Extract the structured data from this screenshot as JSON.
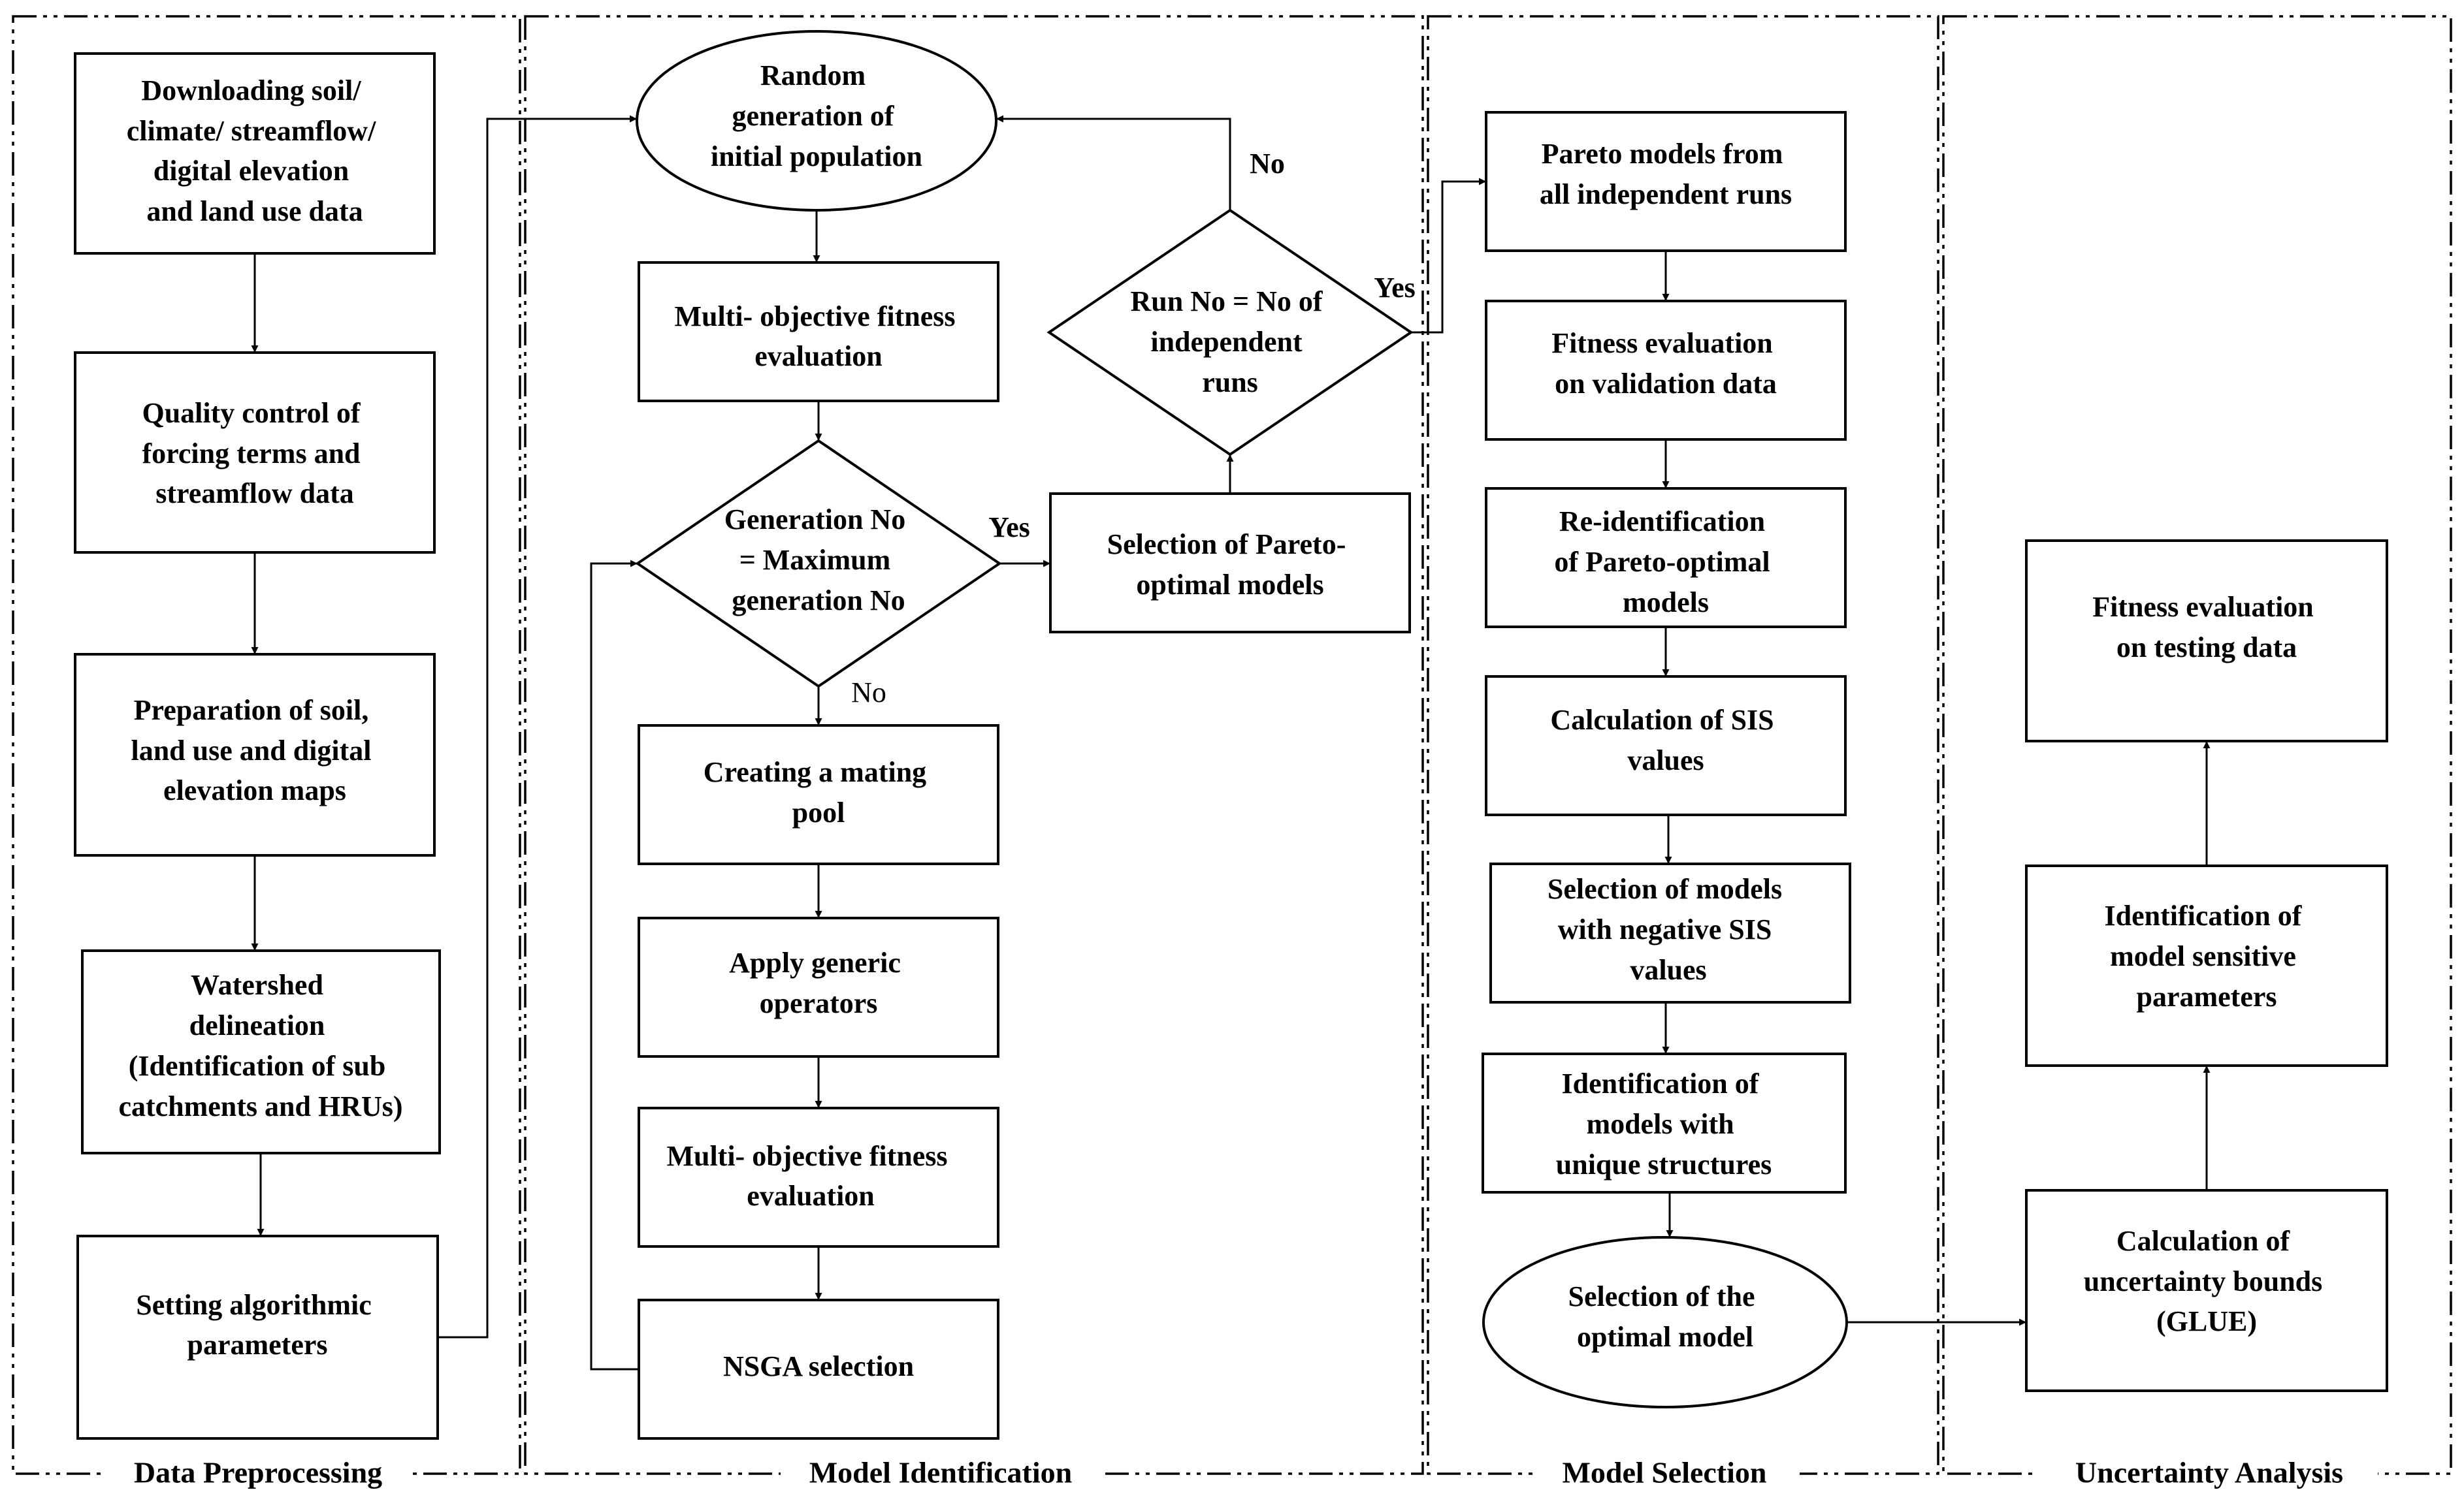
{
  "sections": {
    "data_preprocessing": "Data Preprocessing",
    "model_identification": "Model Identification",
    "model_selection": "Model Selection",
    "uncertainty_analysis": "Uncertainty Analysis"
  },
  "data_preprocessing": {
    "download": [
      "Downloading  soil/",
      "climate/ streamflow/",
      "digital elevation",
      "and  land use data"
    ],
    "quality": [
      "Quality control of",
      "forcing terms and",
      "streamflow data"
    ],
    "maps": [
      "Preparation of soil,",
      "land use and digital",
      "elevation maps"
    ],
    "watershed": [
      "Watershed",
      "delineation",
      "(Identification of sub",
      "catchments and HRUs)"
    ],
    "params": [
      "Setting algorithmic",
      "parameters"
    ]
  },
  "model_identification": {
    "random": [
      "Random",
      "generation of",
      "initial population"
    ],
    "fitness1": [
      "Multi- objective fitness",
      "evaluation"
    ],
    "gen_check": [
      "Generation No",
      "= Maximum",
      "generation No"
    ],
    "mating": [
      "Creating a mating",
      "pool"
    ],
    "operators": [
      "Apply generic",
      "operators"
    ],
    "fitness2": [
      "Multi- objective fitness",
      "evaluation"
    ],
    "nsga": [
      "NSGA selection"
    ],
    "pareto_sel": [
      "Selection of Pareto-",
      "optimal models"
    ],
    "run_check": [
      "Run No = No of",
      "independent",
      "runs"
    ]
  },
  "model_selection": {
    "pareto_all": [
      "Pareto models from",
      "all independent runs"
    ],
    "validation": [
      "Fitness evaluation",
      "on validation data"
    ],
    "reident": [
      "Re-identification",
      "of Pareto-optimal",
      "models"
    ],
    "sis": [
      "Calculation of SIS",
      "values"
    ],
    "negative": [
      "Selection of models",
      "with negative SIS",
      "values"
    ],
    "unique": [
      "Identification of",
      "models with",
      "unique structures"
    ],
    "optimal": [
      "Selection of the",
      "optimal model"
    ]
  },
  "uncertainty_analysis": {
    "glue": [
      "Calculation of",
      "uncertainty bounds",
      "(GLUE)"
    ],
    "sensitive": [
      "Identification of",
      "model sensitive",
      "parameters"
    ],
    "testing": [
      "Fitness evaluation",
      "on testing data"
    ]
  },
  "decisions": {
    "yes_gen": "Yes",
    "no_gen": "No",
    "yes_run": "Yes",
    "no_run": "No"
  }
}
